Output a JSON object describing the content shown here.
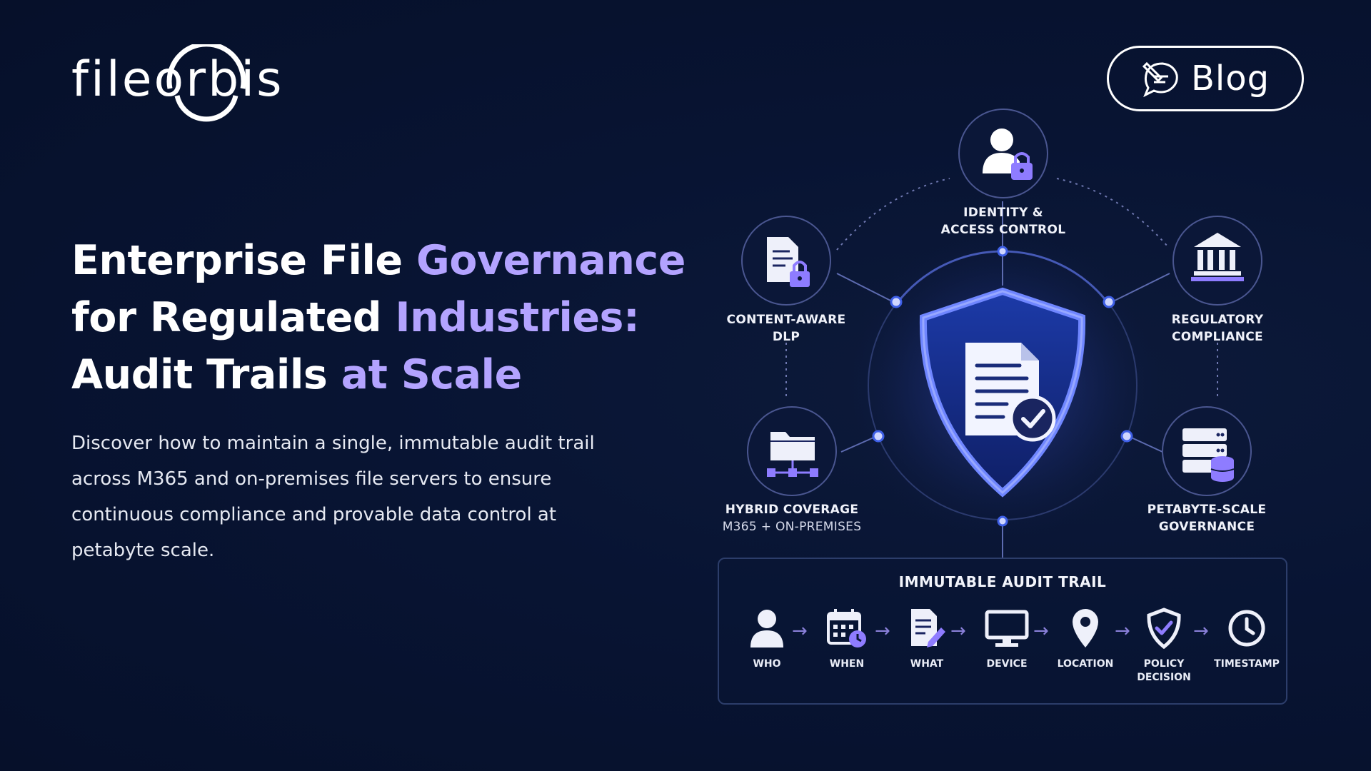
{
  "brand": {
    "logo_text": "fileorbis"
  },
  "header": {
    "blog_label": "Blog",
    "blog_icon": "chat-edit-icon"
  },
  "headline": {
    "line1_a": "Enterprise File ",
    "line1_b": "Governance",
    "line2_a": "for Regulated ",
    "line2_b": "Industries:",
    "line3_a": "Audit Trails ",
    "line3_b": "at Scale"
  },
  "description": "Discover how to maintain a single, immutable audit trail across M365 and on-premises file servers to ensure continuous compliance and provable data control at petabyte scale.",
  "diagram": {
    "nodes": [
      {
        "title_1": "IDENTITY &",
        "title_2": "ACCESS CONTROL",
        "icon": "user-lock-icon"
      },
      {
        "title_1": "CONTENT-AWARE",
        "title_2": "DLP",
        "icon": "document-lock-icon"
      },
      {
        "title_1": "REGULATORY",
        "title_2": "COMPLIANCE",
        "icon": "institution-icon"
      },
      {
        "title_1": "HYBRID COVERAGE",
        "title_2": "M365 + ON-PREMISES",
        "icon": "folder-network-icon"
      },
      {
        "title_1": "PETABYTE-SCALE",
        "title_2": "GOVERNANCE",
        "icon": "server-database-icon"
      }
    ],
    "center_icon": "shield-document-check-icon"
  },
  "audit_trail": {
    "title": "IMMUTABLE AUDIT TRAIL",
    "steps": [
      {
        "label": "WHO",
        "icon": "user-icon"
      },
      {
        "label": "WHEN",
        "icon": "calendar-clock-icon"
      },
      {
        "label": "WHAT",
        "icon": "document-edit-icon"
      },
      {
        "label": "DEVICE",
        "icon": "monitor-icon"
      },
      {
        "label": "LOCATION",
        "icon": "map-pin-icon"
      },
      {
        "label_1": "POLICY",
        "label_2": "DECISION",
        "icon": "shield-check-icon"
      },
      {
        "label": "TIMESTAMP",
        "icon": "clock-icon"
      }
    ]
  },
  "colors": {
    "background": "#081433",
    "accent_purple": "#b3a3ff",
    "node_accent": "#8e7cff",
    "shield_glow": "#5b6cff"
  }
}
